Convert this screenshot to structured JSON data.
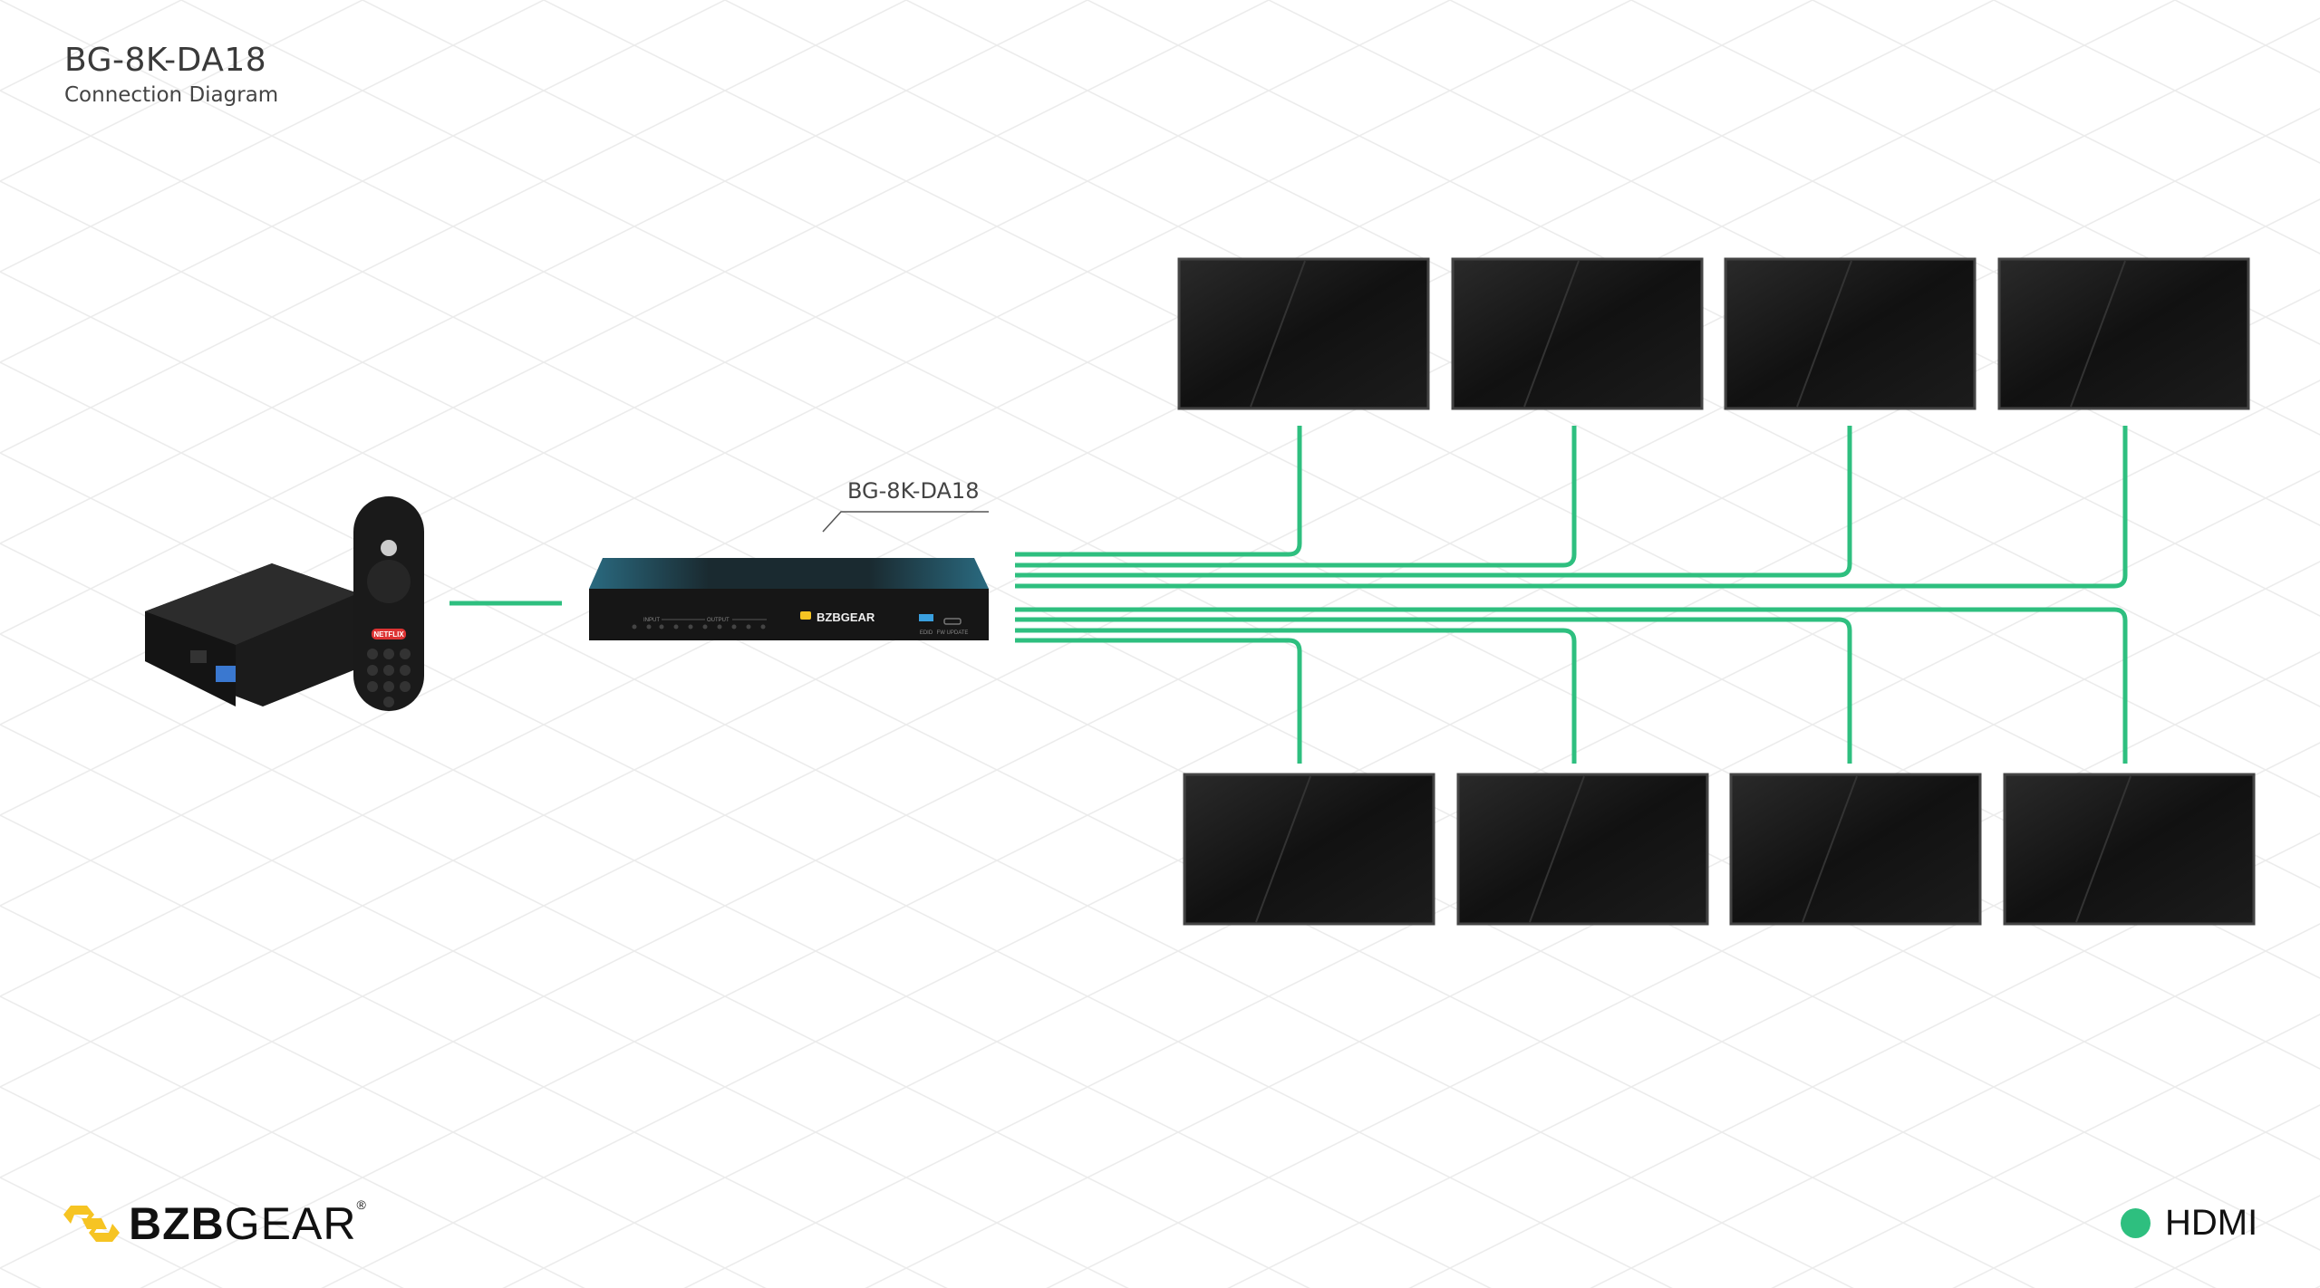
{
  "header": {
    "title": "BG-8K-DA18",
    "subtitle": "Connection Diagram"
  },
  "device": {
    "label": "BG-8K-DA18",
    "brand": "BZBGEAR",
    "panel": {
      "input": "INPUT",
      "output": "OUTPUT",
      "edid": "EDID",
      "fw_update": "FW UPDATE"
    }
  },
  "source": {
    "name": "streaming-media-player",
    "remote_badge": "NETFLIX"
  },
  "displays": {
    "top_count": 4,
    "bottom_count": 4
  },
  "legend": {
    "items": [
      {
        "label": "HDMI",
        "color": "#2ebf7f"
      }
    ]
  },
  "footer": {
    "logo_bold": "BZB",
    "logo_thin": "GEAR",
    "logo_mark": "®"
  },
  "colors": {
    "hdmi": "#2ebf7f",
    "logo_yellow": "#f6c423",
    "display": "#111111"
  }
}
